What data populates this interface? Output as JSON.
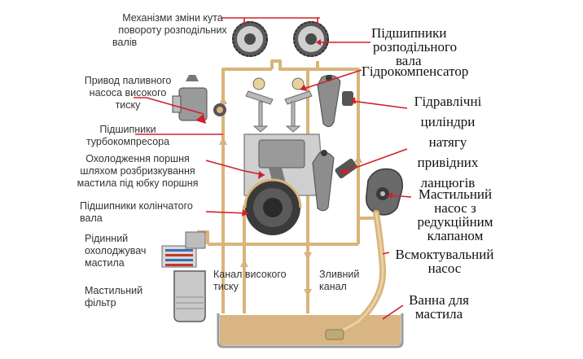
{
  "colors": {
    "oil_channel": "#d9b47a",
    "oil_sump": "#d8b582",
    "callout": "#d0202a",
    "engine_gray": "#8a8a8a",
    "engine_dark": "#3a3a3a",
    "background": "#ffffff"
  },
  "labels": {
    "camshaft_phasers": [
      "Механізми зміни кута",
      "повороту  розподільних",
      "валів"
    ],
    "hp_fuel_pump_drive": [
      "Привод паливного",
      "насоса  високого",
      "тиску"
    ],
    "turbo_bearings": [
      "Підшипники",
      "турбокомпресора"
    ],
    "piston_cooling": [
      "Охолодження поршня",
      "шляхом розбризкування",
      "мастила під юбку поршня"
    ],
    "crankshaft_bearings": [
      "Підшипники колінчатого",
      "вала"
    ],
    "oil_cooler": [
      "Рідинний",
      "охолоджувач",
      "мастила"
    ],
    "oil_filter": [
      "Мастильний",
      "фільтр"
    ],
    "hp_channel": [
      "Канал високого",
      "тиску"
    ],
    "drain_channel": [
      "Зливний",
      "канал"
    ],
    "camshaft_bearings": [
      "Підшипники",
      "розподільного",
      "вала"
    ],
    "hydro_compensator": [
      "Гідрокомпенсатор"
    ],
    "tensioner_cylinders": [
      "Гідравлічні",
      "циліндри",
      "натягу",
      "привідних",
      "ланцюгів"
    ],
    "oil_pump": [
      "Мастильний",
      "насос з",
      "редукційним",
      "клапаном"
    ],
    "suction_pipe": [
      "Всмоктувальний",
      "насос"
    ],
    "oil_sump": [
      "Ванна для",
      "мастила"
    ]
  }
}
